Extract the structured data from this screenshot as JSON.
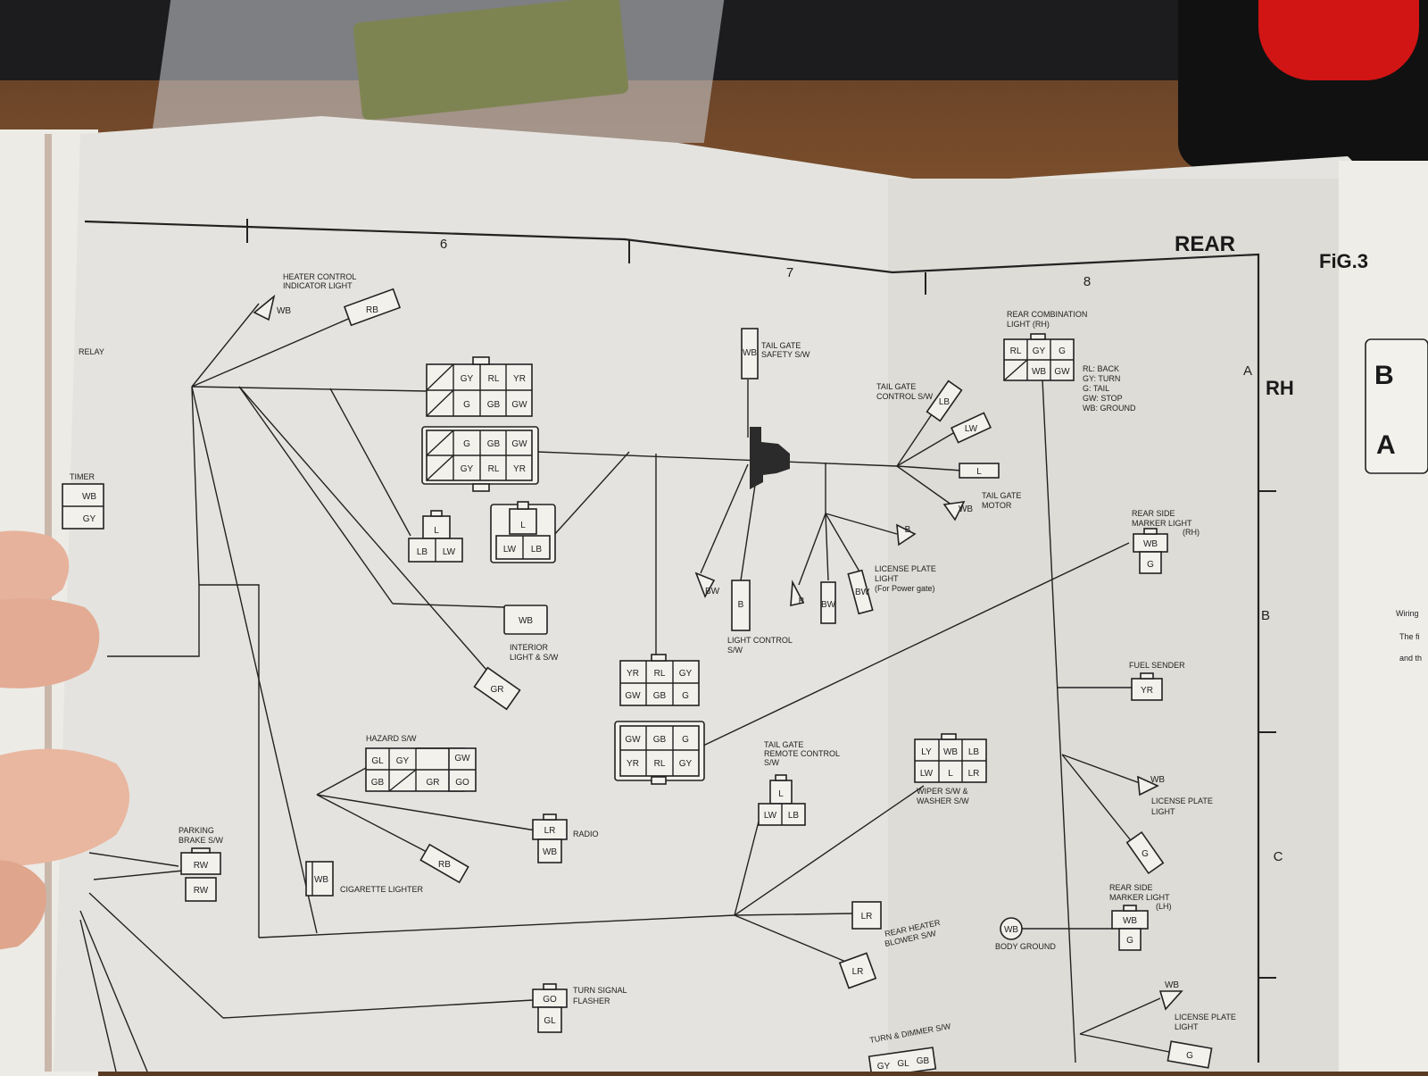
{
  "header": {
    "section": "REAR",
    "figure": "FiG.3",
    "side": "RH"
  },
  "grid": {
    "cols": [
      "6",
      "7",
      "8"
    ],
    "rows": [
      "A",
      "B",
      "C"
    ]
  },
  "left_page": {
    "relay": "RELAY",
    "timer": "TIMER",
    "wb": "WB",
    "gy": "GY"
  },
  "components": {
    "heater_indicator": {
      "label1": "HEATER CONTROL",
      "label2": "INDICATOR LIGHT",
      "rb": "RB",
      "wb": "WB"
    },
    "tail_gate_safety": {
      "label1": "TAIL GATE",
      "label2": "SAFETY S/W",
      "wb": "WB"
    },
    "rear_combo": {
      "label1": "REAR COMBINATION",
      "label2": "LIGHT (RH)",
      "pins": [
        "RL",
        "GY",
        "G",
        "WB",
        "GW"
      ]
    },
    "legend": [
      "RL: BACK",
      "GY: TURN",
      "G: TAIL",
      "GW: STOP",
      "WB: GROUND"
    ],
    "tg_control": {
      "label1": "TAIL GATE",
      "label2": "CONTROL S/W",
      "lb": "LB",
      "lw": "LW",
      "l": "L"
    },
    "tg_motor": {
      "label1": "TAIL GATE",
      "label2": "MOTOR",
      "wb": "WB"
    },
    "conn_top1": [
      "GY",
      "RL",
      "YR",
      "G",
      "GB",
      "GW"
    ],
    "conn_top2": [
      "G",
      "GB",
      "GW",
      "GY",
      "RL",
      "YR"
    ],
    "small_left": [
      "L",
      "LB",
      "LW"
    ],
    "small_mid": [
      "L",
      "LW",
      "LB"
    ],
    "side_marker_rh": {
      "label1": "REAR SIDE",
      "label2": "MARKER LIGHT",
      "label3": "(RH)",
      "wb": "WB",
      "g": "G"
    },
    "license_plate_top": {
      "label1": "LICENSE PLATE",
      "label2": "LIGHT",
      "label3": "(For Power gate)",
      "b": "B",
      "bw": "BW"
    },
    "light_control": {
      "label1": "LIGHT CONTROL",
      "label2": "S/W",
      "bw": "BW",
      "b": "B"
    },
    "interior": {
      "label1": "INTERIOR",
      "label2": "LIGHT & S/W",
      "wb": "WB",
      "gr": "GR"
    },
    "conn_mid1": [
      "YR",
      "RL",
      "GY",
      "GW",
      "GB",
      "G"
    ],
    "conn_mid2": [
      "GW",
      "GB",
      "G",
      "YR",
      "RL",
      "GY"
    ],
    "fuel_sender": {
      "label": "FUEL SENDER",
      "yr": "YR"
    },
    "hazard": {
      "label": "HAZARD S/W",
      "pins": [
        "GL",
        "GY",
        "GW",
        "GB",
        "GR",
        "GO"
      ]
    },
    "tg_remote": {
      "label1": "TAIL GATE",
      "label2": "REMOTE CONTROL",
      "label3": "S/W",
      "pins": [
        "L",
        "LW",
        "LB"
      ]
    },
    "wiper": {
      "label1": "WIPER S/W &",
      "label2": "WASHER S/W",
      "pins": [
        "LY",
        "WB",
        "LB",
        "LW",
        "L",
        "LR"
      ]
    },
    "license_plate_mid": {
      "label1": "LICENSE PLATE",
      "label2": "LIGHT",
      "wb": "WB",
      "g": "G"
    },
    "parking_brake": {
      "label1": "PARKING",
      "label2": "BRAKE S/W",
      "rw1": "RW",
      "rw2": "RW"
    },
    "radio": {
      "label": "RADIO",
      "lr": "LR",
      "wb": "WB"
    },
    "cigarette": {
      "label": "CIGARETTE LIGHTER",
      "wb": "WB",
      "rb": "RB"
    },
    "rear_heater": {
      "label1": "REAR HEATER",
      "label2": "BLOWER S/W",
      "lr1": "LR",
      "lr2": "LR"
    },
    "body_ground": {
      "label": "BODY GROUND",
      "wb": "WB"
    },
    "side_marker_lh": {
      "label1": "REAR SIDE",
      "label2": "MARKER LIGHT",
      "label3": "(LH)",
      "wb": "WB",
      "g": "G"
    },
    "turn_flasher": {
      "label1": "TURN SIGNAL",
      "label2": "FLASHER",
      "go": "GO",
      "gl": "GL"
    },
    "turn_dimmer": {
      "label": "TURN & DIMMER S/W",
      "pins": [
        "GY",
        "GL",
        "GB"
      ]
    },
    "license_plate_bot": {
      "label1": "LICENSE PLATE",
      "label2": "LIGHT",
      "wb": "WB",
      "g": "G"
    }
  },
  "next_page": {
    "b": "B",
    "a": "A",
    "wiring": "Wiring",
    "the": "The fi",
    "and": "and th"
  }
}
